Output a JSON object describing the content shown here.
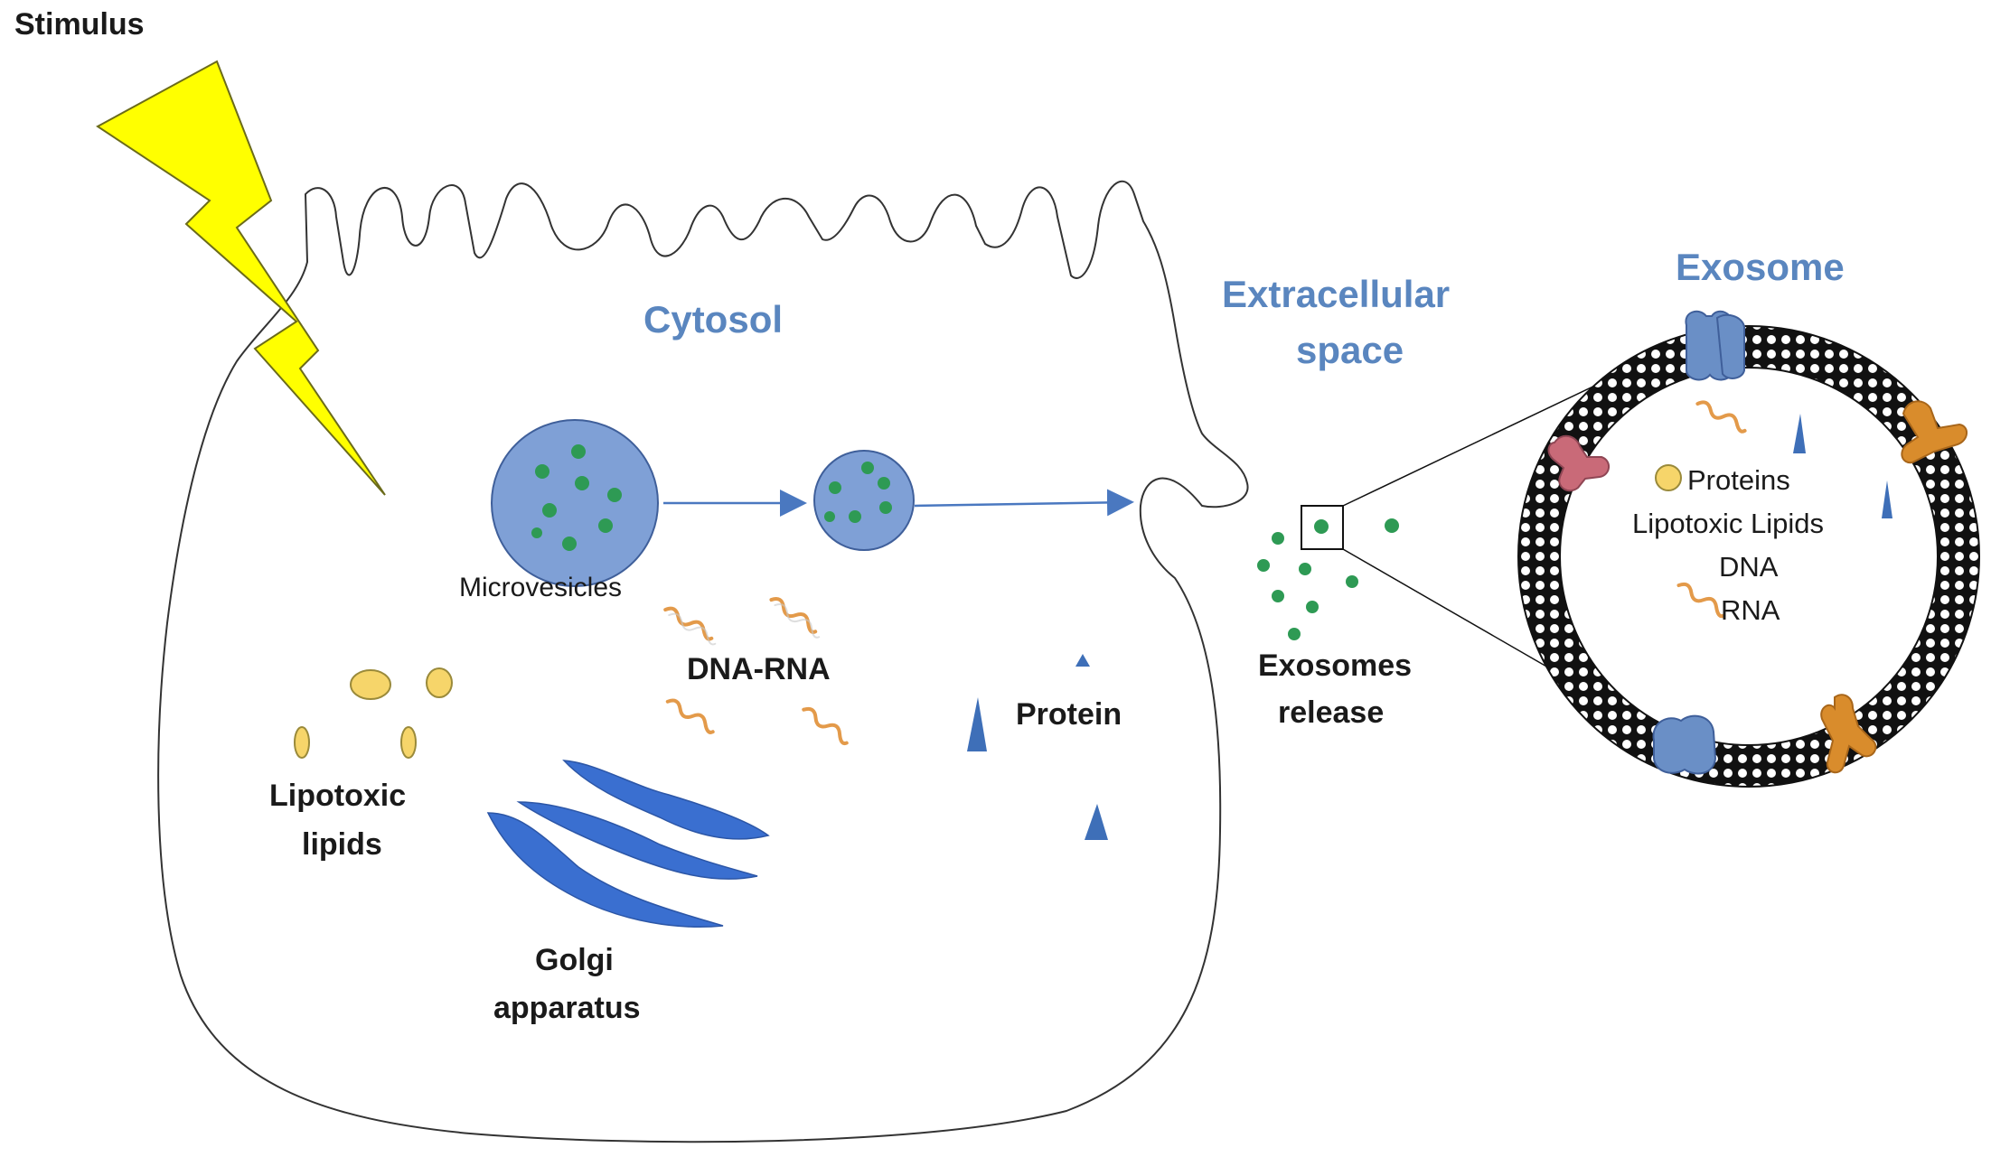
{
  "labels": {
    "stimulus": "Stimulus",
    "cytosol": "Cytosol",
    "extracellular_line1": "Extracellular",
    "extracellular_line2": "space",
    "exosome": "Exosome",
    "microvesicles": "Microvesicles",
    "dna_rna": "DNA-RNA",
    "protein": "Protein",
    "lipotoxic_line1": "Lipotoxic",
    "lipotoxic_line2": "lipids",
    "golgi_line1": "Golgi",
    "golgi_line2": "apparatus",
    "exosomes_release_line1": "Exosomes",
    "exosomes_release_line2": "release"
  },
  "exosome_contents": [
    "Proteins",
    "Lipotoxic Lipids",
    "DNA",
    "RNA"
  ],
  "colors": {
    "lightning": "#ffff00",
    "vesicle_fill": "#7fa0d6",
    "vesicle_dot": "#2e9a54",
    "golgi": "#3a6fd0",
    "protein": "#3e6fb8",
    "lipid": "#f6d56a",
    "dna": "#e39a4a",
    "label_blue": "#5a86bf",
    "membrane_receptor_blue": "#6a8fc6",
    "membrane_receptor_orange": "#d98c2c",
    "membrane_receptor_pink": "#c96a78"
  }
}
